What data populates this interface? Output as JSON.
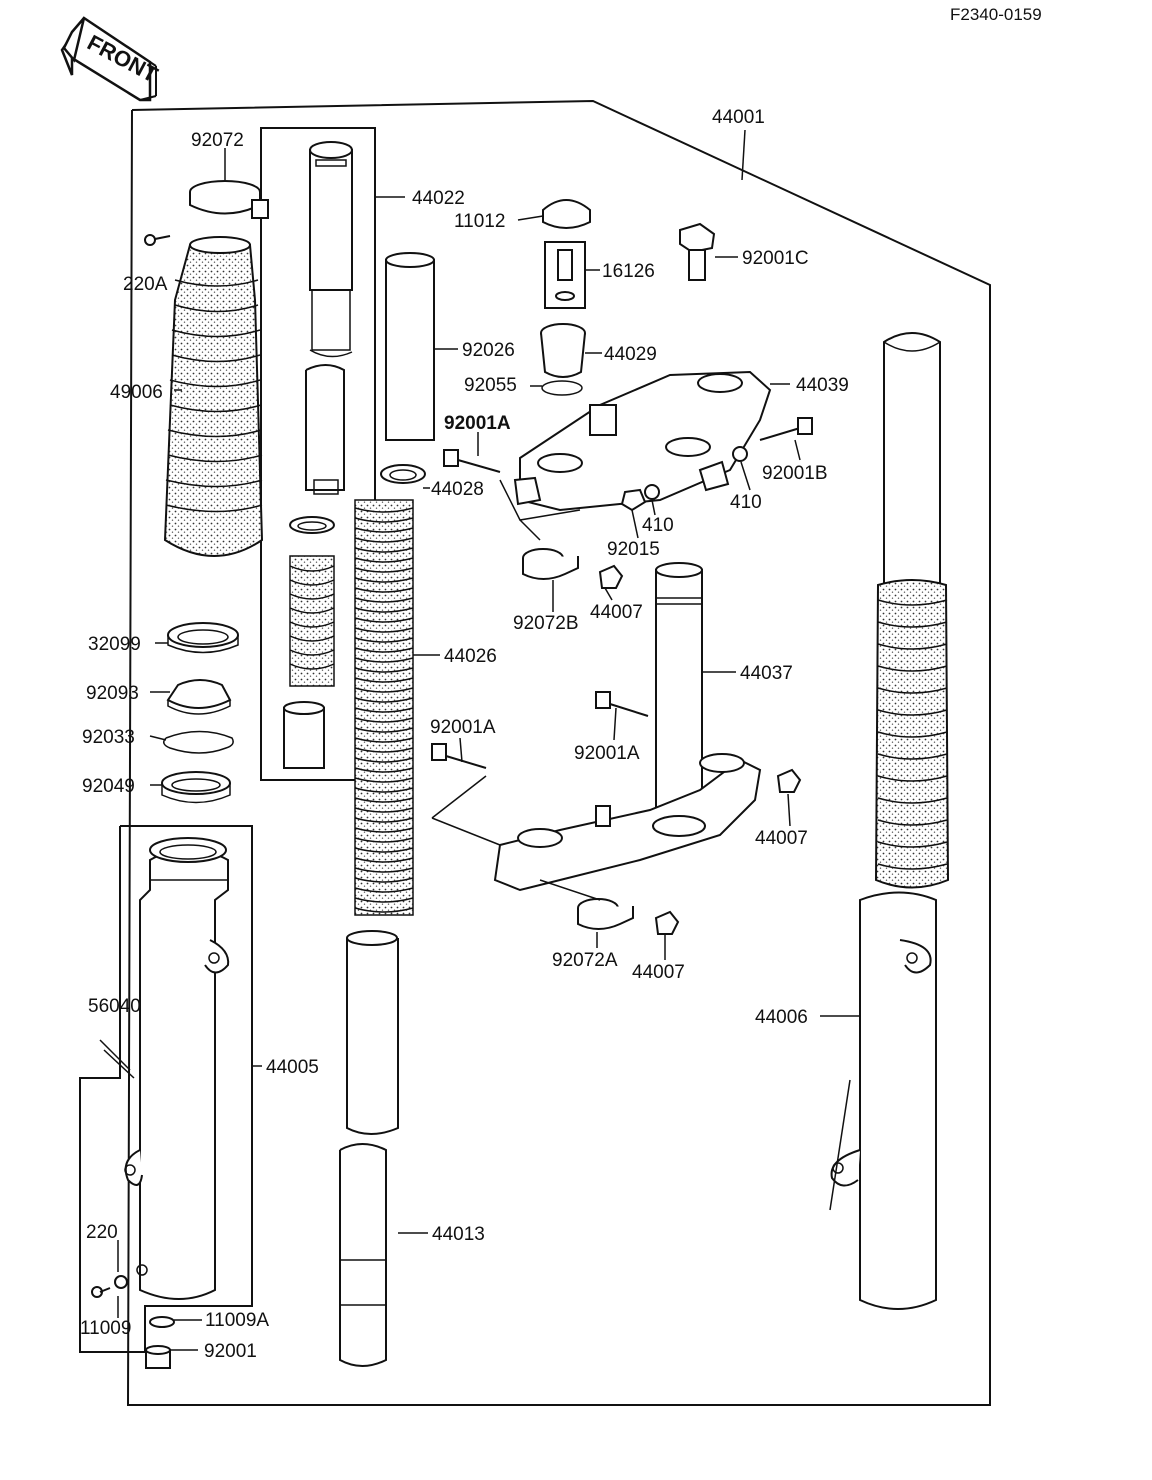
{
  "reference": "F2340-0159",
  "front_label": "FRONT",
  "parts": {
    "p92072": "92072",
    "p220A": "220A",
    "p49006": "49006",
    "p32099": "32099",
    "p92093": "92093",
    "p92033": "92033",
    "p92049": "92049",
    "p56040": "56040",
    "p44005": "44005",
    "p220": "220",
    "p11009": "11009",
    "p11009A": "11009A",
    "p92001": "92001",
    "p44022": "44022",
    "p92026": "92026",
    "p44028": "44028",
    "p44026": "44026",
    "p44013": "44013",
    "p44001": "44001",
    "p11012": "11012",
    "p16126": "16126",
    "p92001C": "92001C",
    "p44029": "44029",
    "p92055": "92055",
    "p44039": "44039",
    "p92001A_1": "92001A",
    "p92001B": "92001B",
    "p410_1": "410",
    "p410_2": "410",
    "p92015": "92015",
    "p92072B": "92072B",
    "p44007_1": "44007",
    "p44037": "44037",
    "p92001A_2": "92001A",
    "p92001A_3": "92001A",
    "p44007_2": "44007",
    "p92072A": "92072A",
    "p44007_3": "44007",
    "p44006": "44006"
  }
}
